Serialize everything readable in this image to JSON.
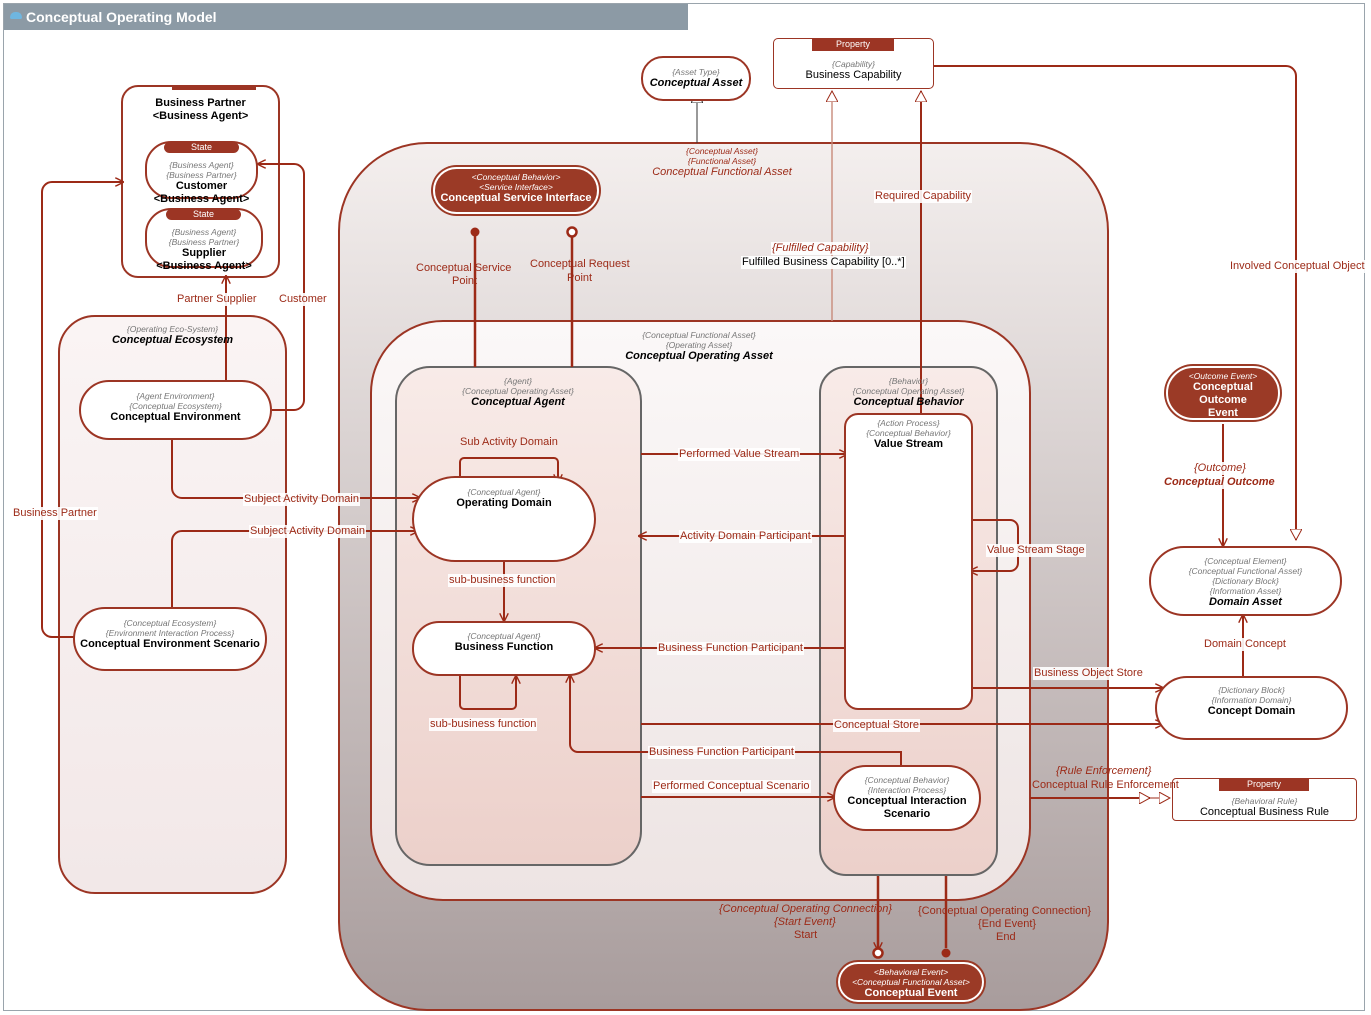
{
  "window": {
    "title": "Conceptual Operating Model"
  },
  "colors": {
    "accent": "#9c2a17",
    "title_bar": "#8c9aa5"
  },
  "elements": {
    "business_partner": {
      "name": "Business Partner",
      "subname": "<Business Agent>"
    },
    "customer": {
      "badge": "State",
      "st1": "{Business Agent}",
      "st2": "{Business Partner}",
      "name": "Customer",
      "subname": "<Business Agent>"
    },
    "supplier": {
      "badge": "State",
      "st1": "{Business Agent}",
      "st2": "{Business Partner}",
      "name": "Supplier",
      "subname": "<Business Agent>"
    },
    "conceptual_ecosystem": {
      "st1": "{Operating Eco-System}",
      "name": "Conceptual Ecosystem"
    },
    "conceptual_environment": {
      "st1": "{Agent Environment}",
      "st2": "{Conceptual Ecosystem}",
      "name": "Conceptual Environment"
    },
    "conceptual_environment_scenario": {
      "st1": "{Conceptual Ecosystem}",
      "st2": "{Environment Interaction Process}",
      "name": "Conceptual Environment Scenario"
    },
    "conceptual_asset": {
      "st1": "{Asset Type}",
      "name": "Conceptual Asset"
    },
    "business_capability": {
      "badge": "Property",
      "st1": "{Capability}",
      "name": "Business Capability"
    },
    "conceptual_functional_asset": {
      "st1": "{Conceptual Asset}",
      "st2": "{Functional Asset}",
      "name": "Conceptual Functional Asset"
    },
    "conceptual_service_interface": {
      "st1": "<Conceptual Behavior>",
      "st2": "<Service Interface>",
      "name": "Conceptual Service Interface"
    },
    "conceptual_operating_asset": {
      "st1": "{Conceptual Functional Asset}",
      "st2": "{Operating Asset}",
      "name": "Conceptual Operating Asset"
    },
    "conceptual_agent": {
      "st1": "{Agent}",
      "st2": "{Conceptual Operating Asset}",
      "name": "Conceptual Agent"
    },
    "operating_domain": {
      "st1": "{Conceptual Agent}",
      "name": "Operating Domain"
    },
    "business_function": {
      "st1": "{Conceptual Agent}",
      "name": "Business Function"
    },
    "conceptual_behavior": {
      "st1": "{Behavior}",
      "st2": "{Conceptual Operating Asset}",
      "name": "Conceptual Behavior"
    },
    "value_stream": {
      "st1": "{Action Process}",
      "st2": "{Conceptual Behavior}",
      "name": "Value Stream"
    },
    "conceptual_interaction_scenario": {
      "st1": "{Conceptual Behavior}",
      "st2": "{Interaction Process}",
      "name": "Conceptual Interaction",
      "name2": "Scenario"
    },
    "conceptual_event": {
      "st1": "<Behavioral Event>",
      "st2": "<Conceptual Functional Asset>",
      "name": "Conceptual Event"
    },
    "conceptual_outcome_event": {
      "st1": "<Outcome Event>",
      "name": "Conceptual Outcome",
      "name2": "Event"
    },
    "domain_asset": {
      "st1": "{Conceptual Element}",
      "st2": "{Conceptual Functional Asset}",
      "st3": "{Dictionary Block}",
      "st4": "{Information Asset}",
      "name": "Domain Asset"
    },
    "concept_domain": {
      "st1": "{Dictionary Block}",
      "st2": "{Information Domain}",
      "name": "Concept Domain"
    },
    "conceptual_business_rule": {
      "badge": "Property",
      "st1": "{Behavioral Rule}",
      "name": "Conceptual Business Rule"
    }
  },
  "labels": {
    "partner_supplier": "Partner Supplier",
    "customer": "Customer",
    "business_partner": "Business Partner",
    "subject_activity_domain_1": "Subject Activity Domain",
    "subject_activity_domain_2": "Subject Activity Domain",
    "sub_activity_domain": "Sub Activity Domain",
    "sub_business_function_1": "sub-business function",
    "sub_business_function_2": "sub-business function",
    "conceptual_service_point_1": "Conceptual Service",
    "conceptual_service_point_2": "Point",
    "conceptual_request_point_1": "Conceptual Request",
    "conceptual_request_point_2": "Point",
    "fulfilled_capability_st": "{Fulfilled Capability}",
    "fulfilled_capability": "Fulfilled Business Capability [0..*]",
    "required_capability": "Required Capability",
    "involved_conceptual_object": "Involved Conceptual Object",
    "performed_value_stream": "Performed Value Stream",
    "activity_domain_participant": "Activity Domain Participant",
    "value_stream_stage": "Value Stream Stage",
    "business_function_participant_1": "Business Function Participant",
    "business_function_participant_2": "Business Function Participant",
    "performed_conceptual_scenario": "Performed Conceptual Scenario",
    "business_object_store": "Business Object Store",
    "conceptual_store": "Conceptual Store",
    "domain_concept": "Domain Concept",
    "outcome_st": "{Outcome}",
    "conceptual_outcome": "Conceptual Outcome",
    "rule_enforcement_st": "{Rule Enforcement}",
    "conceptual_rule_enforcement": "Conceptual Rule Enforcement",
    "start_st1": "{Conceptual Operating Connection}",
    "start_st2": "{Start Event}",
    "start": "Start",
    "end_st1": "{Conceptual Operating Connection}",
    "end_st2": "{End Event}",
    "end": "End"
  }
}
